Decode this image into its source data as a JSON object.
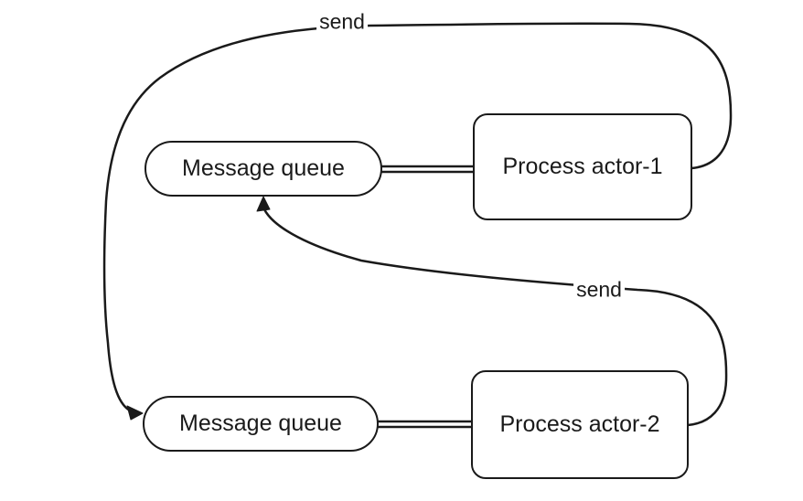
{
  "diagram": {
    "nodes": {
      "queue_top": {
        "label": "Message queue"
      },
      "actor_1": {
        "label": "Process actor-1"
      },
      "queue_bottom": {
        "label": "Message queue"
      },
      "actor_2": {
        "label": "Process actor-2"
      }
    },
    "edges": {
      "send_from_actor_1": {
        "label": "send"
      },
      "send_from_actor_2": {
        "label": "send"
      }
    },
    "colors": {
      "stroke": "#1a1a1a",
      "text": "#1a1a1a",
      "background": "#ffffff"
    }
  }
}
